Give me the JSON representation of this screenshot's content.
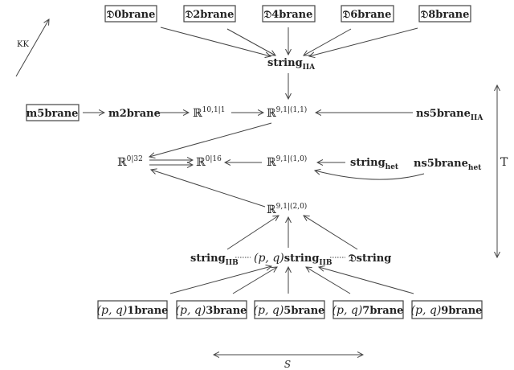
{
  "diagram": {
    "top_row": [
      {
        "prefix": "𝔇",
        "label": "0brane"
      },
      {
        "prefix": "𝔇",
        "label": "2brane"
      },
      {
        "prefix": "𝔇",
        "label": "4brane"
      },
      {
        "prefix": "𝔇",
        "label": "6brane"
      },
      {
        "prefix": "𝔇",
        "label": "8brane"
      }
    ],
    "string_iia": {
      "label": "string",
      "sub": "IIA"
    },
    "m5brane": "m5brane",
    "m2brane": "m2brane",
    "r10": {
      "base": "ℝ",
      "sup": "10,1|1"
    },
    "r11": {
      "base": "ℝ",
      "sup": "9,1|(1,1)"
    },
    "ns5_iia": {
      "label": "ns5brane",
      "sub": "IIA"
    },
    "r032": {
      "base": "ℝ",
      "sup": "0|32"
    },
    "r016": {
      "base": "ℝ",
      "sup": "0|16"
    },
    "r10het": {
      "base": "ℝ",
      "sup": "9,1|(1,0)"
    },
    "string_het": {
      "label": "string",
      "sub": "het"
    },
    "ns5_het": {
      "label": "ns5brane",
      "sub": "het"
    },
    "r20": {
      "base": "ℝ",
      "sup": "9,1|(2,0)"
    },
    "string_iib": {
      "label": "string",
      "sub": "IIB"
    },
    "pq_string": {
      "prefix": "(p, q)",
      "label": "string",
      "sub": "IIB"
    },
    "dstring": "𝔇string",
    "bottom_row": [
      {
        "prefix": "(p, q)",
        "label": "1brane"
      },
      {
        "prefix": "(p, q)",
        "label": "3brane"
      },
      {
        "prefix": "(p, q)",
        "label": "5brane"
      },
      {
        "prefix": "(p, q)",
        "label": "7brane"
      },
      {
        "prefix": "(p, q)",
        "label": "9brane"
      }
    ],
    "kk_label": "KK",
    "t_label": "T",
    "s_label": "S"
  }
}
